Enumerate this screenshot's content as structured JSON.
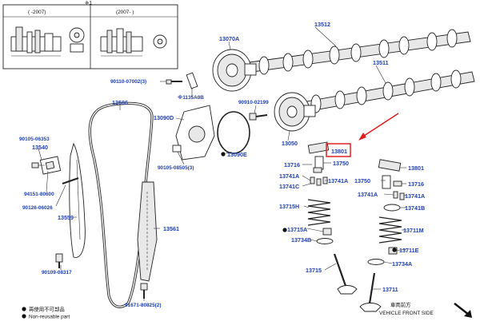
{
  "inset": {
    "note_mark": "※1",
    "left_label": "(      -2007)",
    "right_label": "(2007-      )"
  },
  "labels": {
    "p13512": "13512",
    "p13511": "13511",
    "p13070A": "13070A",
    "p13506": "13506",
    "p90110_07002": "90110-07002(3)",
    "p1135A0B": "※1135A0B",
    "p90910_02199": "90910-02199",
    "p13090D": "13090D",
    "p13090E": "13090E",
    "p90105_08505": "90105-08505(3)",
    "p13050": "13050",
    "p13801_left": "13801",
    "p13801_right": "13801",
    "p13750_left": "13750",
    "p13750_right": "13750",
    "p13716_left": "13716",
    "p13716_right": "13716",
    "p13741A_1": "13741A",
    "p13741A_2": "13741A",
    "p13741A_3": "13741A",
    "p13741C": "13741C",
    "p13741B": "13741B",
    "p13715H": "13715H",
    "p13711M": "13711M",
    "p13715A": "13715A",
    "p13711E": "13711E",
    "p13734B": "13734B",
    "p13734A": "13734A",
    "p13715": "13715",
    "p13711": "13711",
    "p90105_06353": "90105-06353",
    "p13540": "13540",
    "p94151_80600": "94151-80600",
    "p90126_06026": "90126-06026",
    "p13559": "13559",
    "p13561": "13561",
    "p90109_08317": "90109-08317",
    "p91671_80825": "91671-80825(2)"
  },
  "legend": {
    "reuse_cn": "再使用不可部品",
    "reuse_en": "Non-reusable part",
    "front_cn": "車両前方",
    "front_en": "VEHICLE FRONT SIDE"
  },
  "colors": {
    "part_number": "#1f3fb4",
    "highlight": "#e02020",
    "line": "#333333"
  }
}
